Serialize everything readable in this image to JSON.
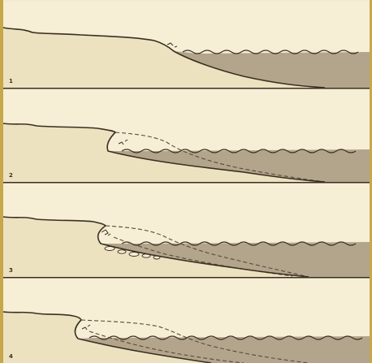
{
  "figure": {
    "background_color": "#f4ebcf",
    "land_color": "#ece2c0",
    "water_color": "#b3a58c",
    "line_color": "#3a2f22",
    "dashed_line_color": "#5a4a38",
    "frame_color": "#c8a64a"
  },
  "panels": [
    {
      "number": "1"
    },
    {
      "number": "2"
    },
    {
      "number": "3"
    },
    {
      "number": "4"
    }
  ]
}
